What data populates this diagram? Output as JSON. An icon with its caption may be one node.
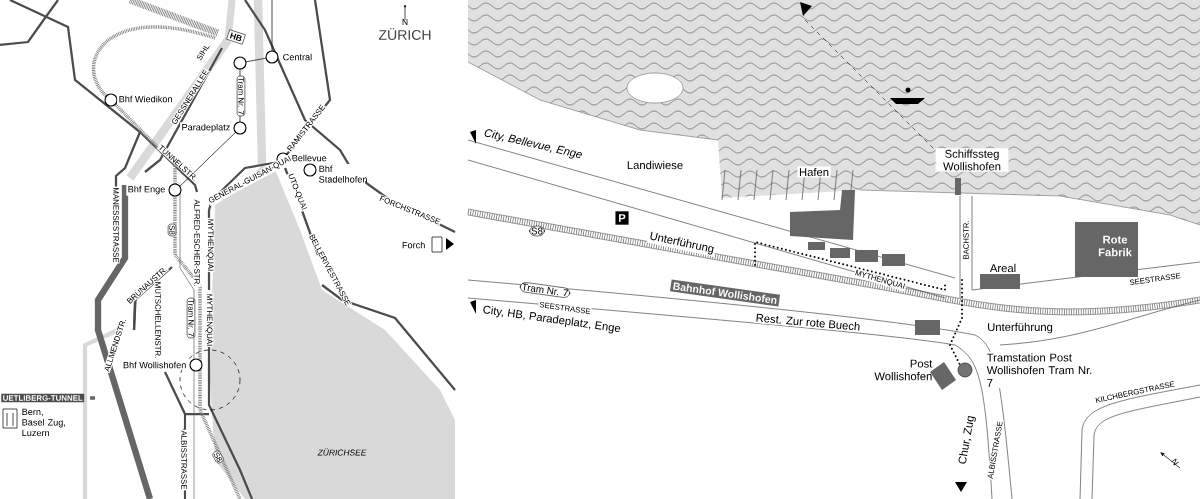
{
  "diagram": {
    "labels": [
      "N",
      "ZÜRICH",
      "HB",
      "SIHL",
      "Central",
      "Bhf Wiedikon",
      "GESSNERALLEE",
      "Tram Nr. 7",
      "Paradeplatz",
      "RAMISTRASSE",
      "Bellevue",
      "Bhf Stadelhofen",
      "GENERAL-GUISAN-QUAI",
      "TUNNELSTR.",
      "UTO-QUAI",
      "Bhf Enge",
      "FORCHSTRASSE",
      "ALFRED-ESCHER-STR.",
      "MYTHENQUAI",
      "MANESSESTRASSE",
      "S8",
      "Forch",
      "BELLERIVESTRASSE",
      "BRUNAUSTR.",
      "MUTSCHELLENSTR.",
      "Tram Nr. 7",
      "MYTHENQUAI",
      "ALLMENDSTR.",
      "Bhf Wollishofen",
      "UETLIBERG-TUNNEL",
      "Bern, Basel Zug, Luzern",
      "ALBISSTRASSE",
      "S8",
      "ZÜRICHSEE",
      "City, Bellevue, Enge",
      "Landiwiese",
      "Hafen",
      "Schiffssteg Wollishofen",
      "P",
      "S8",
      "Unterführung",
      "BACHSTR.",
      "Areal",
      "Rote Fabrik",
      "SEESTRASSE",
      "MYTHENQUAI",
      "Tram Nr. 7",
      "Bahnhof Wollishofen",
      "City, HB, Paradeplatz, Enge",
      "SEESTRASSE",
      "Rest. Zur rote Buech",
      "Unterführung",
      "Post Wollishofen",
      "Tramstation Post Wollishofen Tram Nr. 7",
      "KILCHBERGSTRASSE",
      "Chur, Zug",
      "ALBISSTRASSE",
      "N"
    ]
  }
}
